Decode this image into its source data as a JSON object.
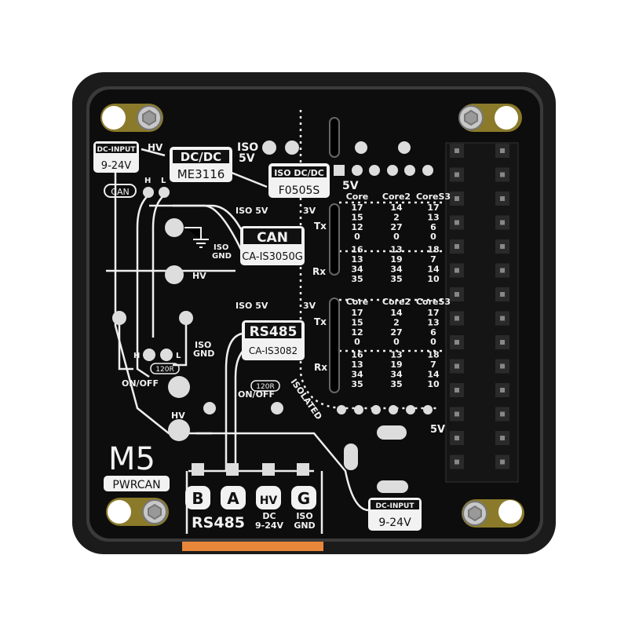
{
  "colors": {
    "pcb": "#0d0d0d",
    "case": "#1a1a1a",
    "silkscreen": "#f2f2f2",
    "connector": "#e8873a",
    "pad_gold": "#8a7a2a"
  },
  "board": {
    "logo": "M5",
    "model": "PWRCAN",
    "dc_input_top": {
      "header": "DC-INPUT",
      "value": "9-24V"
    },
    "hv_arrow": "HV",
    "dcdc": {
      "header": "DC/DC",
      "part": "ME3116"
    },
    "iso5v_top": [
      "ISO",
      "5V"
    ],
    "iso_dcdc": {
      "header": "ISO DC/DC",
      "part": "F0505S"
    },
    "out_5v": "5V",
    "can_label": "CAN",
    "can_h": "H",
    "can_l": "L",
    "can_chip": {
      "iso5v": "ISO 5V",
      "v3": "3V",
      "header": "CAN",
      "part": "CA-IS3050G",
      "tx": "Tx",
      "rx": "Rx"
    },
    "iso_gnd_1": [
      "ISO",
      "GND"
    ],
    "hv_1": "HV",
    "rs485_chip": {
      "iso5v": "ISO 5V",
      "v3": "3V",
      "header": "RS485",
      "part": "CA-IS3082",
      "tx": "Tx",
      "rx": "Rx"
    },
    "h_label": "H",
    "l_label": "L",
    "r120_1": "120R",
    "onoff_1": "ON/OFF",
    "iso_gnd_2": [
      "ISO",
      "GND"
    ],
    "r120_2": "120R",
    "onoff_2": "ON/OFF",
    "isolated": "ISOLATED",
    "hv_2": "HV",
    "pin_5v": "5V",
    "terminals": [
      {
        "letter": "B"
      },
      {
        "letter": "A"
      },
      {
        "letter": "HV"
      },
      {
        "letter": "G"
      }
    ],
    "terminal_group_rs485": "RS485",
    "terminal_dc": [
      "DC",
      "9-24V"
    ],
    "terminal_iso_gnd": [
      "ISO",
      "GND"
    ],
    "dc_input_bottom": {
      "header": "DC-INPUT",
      "value": "9-24V"
    }
  },
  "pin_tables": [
    {
      "headers": [
        "Core",
        "Core2",
        "CoreS3"
      ],
      "rows": [
        [
          "17",
          "14",
          "17"
        ],
        [
          "15",
          "2",
          "13"
        ],
        [
          "12",
          "27",
          "6"
        ],
        [
          "0",
          "0",
          "0"
        ],
        [
          "16",
          "13",
          "18"
        ],
        [
          "13",
          "19",
          "7"
        ],
        [
          "34",
          "34",
          "14"
        ],
        [
          "35",
          "35",
          "10"
        ]
      ]
    },
    {
      "headers": [
        "Core",
        "Core2",
        "CoreS3"
      ],
      "rows": [
        [
          "17",
          "14",
          "17"
        ],
        [
          "15",
          "2",
          "13"
        ],
        [
          "12",
          "27",
          "6"
        ],
        [
          "0",
          "0",
          "0"
        ],
        [
          "16",
          "13",
          "18"
        ],
        [
          "13",
          "19",
          "7"
        ],
        [
          "34",
          "34",
          "14"
        ],
        [
          "35",
          "35",
          "10"
        ]
      ]
    }
  ]
}
